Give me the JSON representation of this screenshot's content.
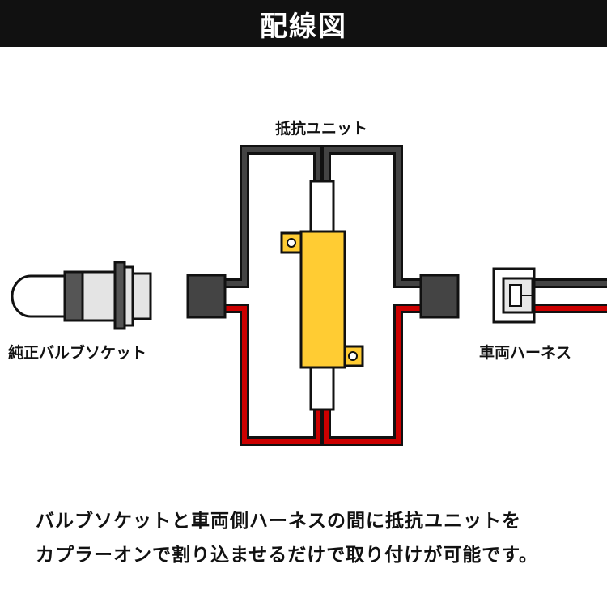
{
  "header": {
    "title": "配線図"
  },
  "labels": {
    "resistor": "抵抗ユニット",
    "socket": "純正バルブソケット",
    "harness": "車両ハーネス"
  },
  "caption": {
    "line1": "バルブソケットと車両側ハーネスの間に抵抗ユニットを",
    "line2": "カプラーオンで割り込ませるだけで取り付けが可能です。"
  },
  "colors": {
    "header_bg": "#111111",
    "wire_black": "#444444",
    "wire_red": "#cc0000",
    "resistor_body": "#ffcc33",
    "connector": "#444444"
  }
}
